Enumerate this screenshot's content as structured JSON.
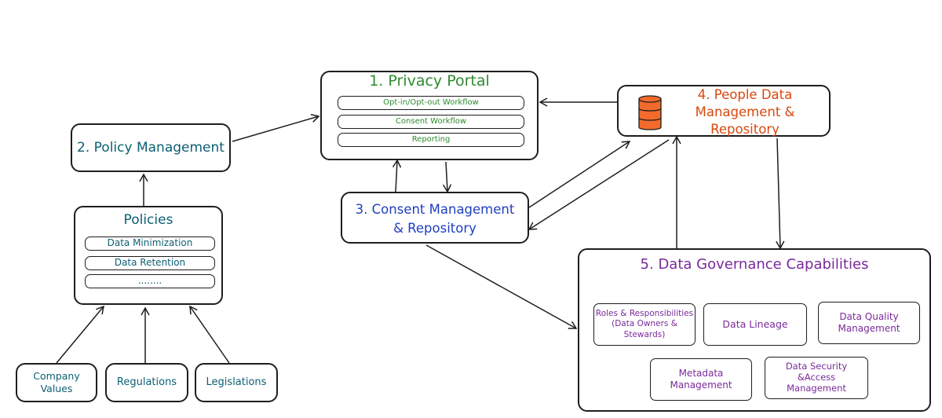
{
  "privacy_portal": {
    "title": "1. Privacy Portal",
    "items": [
      "Opt-in/Opt-out Workflow",
      "Consent Workflow",
      "Reporting"
    ]
  },
  "policy_management": {
    "title": "2. Policy Management"
  },
  "consent_management": {
    "title_line1": "3. Consent Management",
    "title_line2": "& Repository"
  },
  "people_data": {
    "title_line1": "4. People Data",
    "title_line2": "Management &",
    "title_line3": "Repository",
    "icon": "database-icon"
  },
  "policies": {
    "title": "Policies",
    "items": [
      "Data Minimization",
      "Data Retention",
      "........"
    ]
  },
  "sources": {
    "company_values": {
      "line1": "Company",
      "line2": "Values"
    },
    "regulations": "Regulations",
    "legislations": "Legislations"
  },
  "data_governance": {
    "title": "5. Data Governance Capabilities",
    "capabilities": {
      "roles": {
        "line1": "Roles & Responsibilities",
        "line2": "(Data Owners &",
        "line3": "Stewards)"
      },
      "lineage": "Data Lineage",
      "quality": {
        "line1": "Data Quality",
        "line2": "Management"
      },
      "metadata": {
        "line1": "Metadata",
        "line2": "Management"
      },
      "security": {
        "line1": "Data Security",
        "line2": "&Access",
        "line3": "Management"
      }
    }
  },
  "colors": {
    "portal": "#2f8a2f",
    "policy": "#0c5f73",
    "consent": "#1f3fbf",
    "people": "#d9480f",
    "governance": "#7a2a9a",
    "database_fill": "#f26b2c"
  }
}
